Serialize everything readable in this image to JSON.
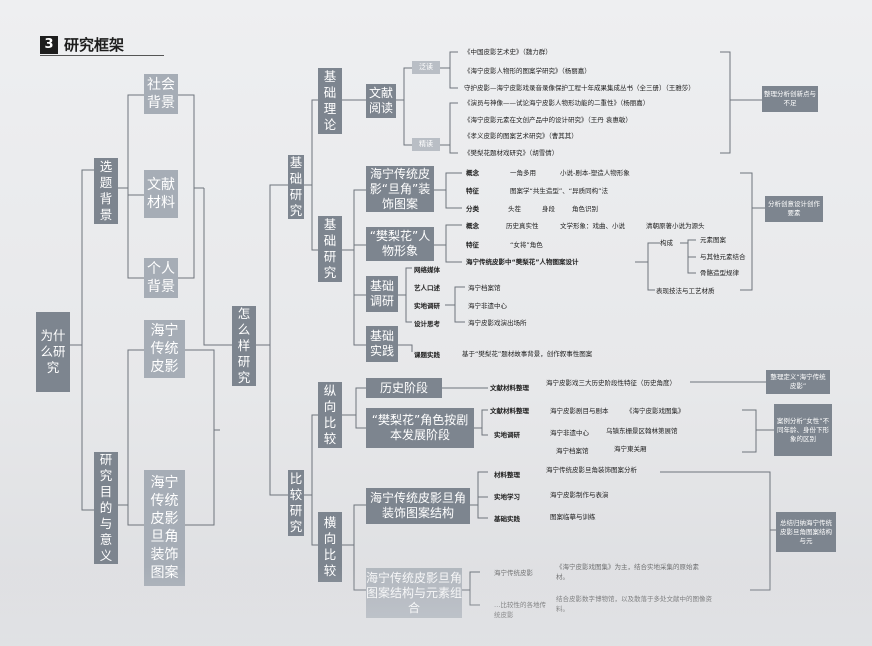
{
  "header": {
    "number": "3",
    "title": "研究框架"
  },
  "nodes": {
    "root": "为什么研究",
    "select_bg": "选题背景",
    "society_bg": "社会背景",
    "lit_material": "文献材料",
    "personal_bg": "个人背景",
    "haining": "海宁传统皮影",
    "purpose": "研究目的与意义",
    "haining_dan": "海宁传统皮影旦角装饰图案",
    "how": "怎么样研究",
    "basic": "基础研究",
    "basic_theory": "基础理论",
    "lit_reading": "文献阅读",
    "basic_research": "基础研究",
    "dan_pattern": "海宁传统皮影“旦角”装饰图案",
    "fanlihua_figure": "“樊梨花”人物形象",
    "basic_survey": "基础调研",
    "basic_practice": "基础实践",
    "compare": "比较研究",
    "vertical": "纵向比较",
    "history": "历史阶段",
    "fanlihua_stage": "“樊梨花”角色按剧本发展阶段",
    "horizontal": "横向比较",
    "dan_structure": "海宁传统皮影旦角装饰图案结构",
    "dan_combine": "海宁传统皮影旦角图案结构与元素组合"
  },
  "tags": {
    "extensive": "泛读",
    "intensive": "精读"
  },
  "books": [
    "《中国皮影艺术史》（魏力群）",
    "《海宁皮影人物形的图案学研究》（杨丽嘉）",
    "守护皮影—海宁皮影戏录音录像保护工程十年成果集成丛书（全三册）（王雅莎）",
    "《演员与神像——试论海宁皮影人物形功能的二重性》（杨丽嘉）",
    "《海宁皮影元素在文创产品中的设计研究》（王丹 袁惠敏）",
    "《孝义皮影的图案艺术研究》（曹其其）",
    "《樊梨花题材戏研究》（胡雪倩）"
  ],
  "dan": {
    "concept": "概念",
    "concept_v1": "一角多用",
    "concept_v2": "小说-剧本-塑造人物形象",
    "feature": "特征",
    "feature_v": "图案学“共生造型”、“异质同构”法",
    "classify": "分类",
    "cls1": "头茬",
    "cls2": "身段",
    "cls3": "角色识别"
  },
  "fan": {
    "concept": "概念",
    "c1": "历史真实性",
    "c2": "文学形象：戏曲、小说",
    "c3": "清朝原著小说为源头",
    "feature": "特征",
    "f1": "“女将”角色",
    "design": "海宁传统皮影中“樊梨花”人物图案设计",
    "compose": "构成",
    "e1": "元素图案",
    "e2": "与其他元素结合",
    "e3": "骨骼造型规律",
    "tech": "表现技法与工艺材质"
  },
  "survey": {
    "media": "网络媒体",
    "artist": "艺人口述",
    "field": "实地调研",
    "design": "设计思考",
    "archive": "海宁档案馆",
    "center": "海宁非遗中心",
    "theater": "海宁皮影戏演出场所"
  },
  "practice": {
    "label": "课题实践",
    "value": "基于“樊梨花”题材故事背景，创作叙事性图案"
  },
  "history_row": {
    "label": "文献材料整理",
    "value": "海宁皮影戏三大历史阶段性特征（历史角度）"
  },
  "fan_stage": {
    "lit": "文献材料整理",
    "lit1": "海宁皮影剧目与剧本",
    "lit2": "《海宁皮影戏图集》",
    "field": "实地调研",
    "f1": "海宁非遗中心",
    "f2": "乌镇东栅景区翰林第展馆",
    "f3": "海宁档案馆",
    "f4": "海宁東关厢"
  },
  "dan_struct": {
    "mat": "材料整理",
    "mat_v": "海宁传统皮影旦角装饰图案分析",
    "field": "实地学习",
    "field_v": "海宁皮影制作与表演",
    "prac": "基础实践",
    "prac_v": "图案临摹与训练"
  },
  "combine": {
    "r1a": "海宁传统皮影",
    "r1b": "《海宁皮影戏图集》为主，结合实地采集的原始素材。",
    "r2a": "…比较性的各地传统皮影",
    "r2b": "结合皮影数字博物馆，以及散落于多处文献中的图像资料。"
  },
  "right": {
    "r1": "整理分析创新点与不足",
    "r2": "分析创意设计创作要素",
    "r3": "整理定义“海宁传统皮影”",
    "r4": "案例分析“女性”不同年龄、身份下形象的区别",
    "r5": "总结归纳海宁传统皮影旦角图案结构与元"
  }
}
